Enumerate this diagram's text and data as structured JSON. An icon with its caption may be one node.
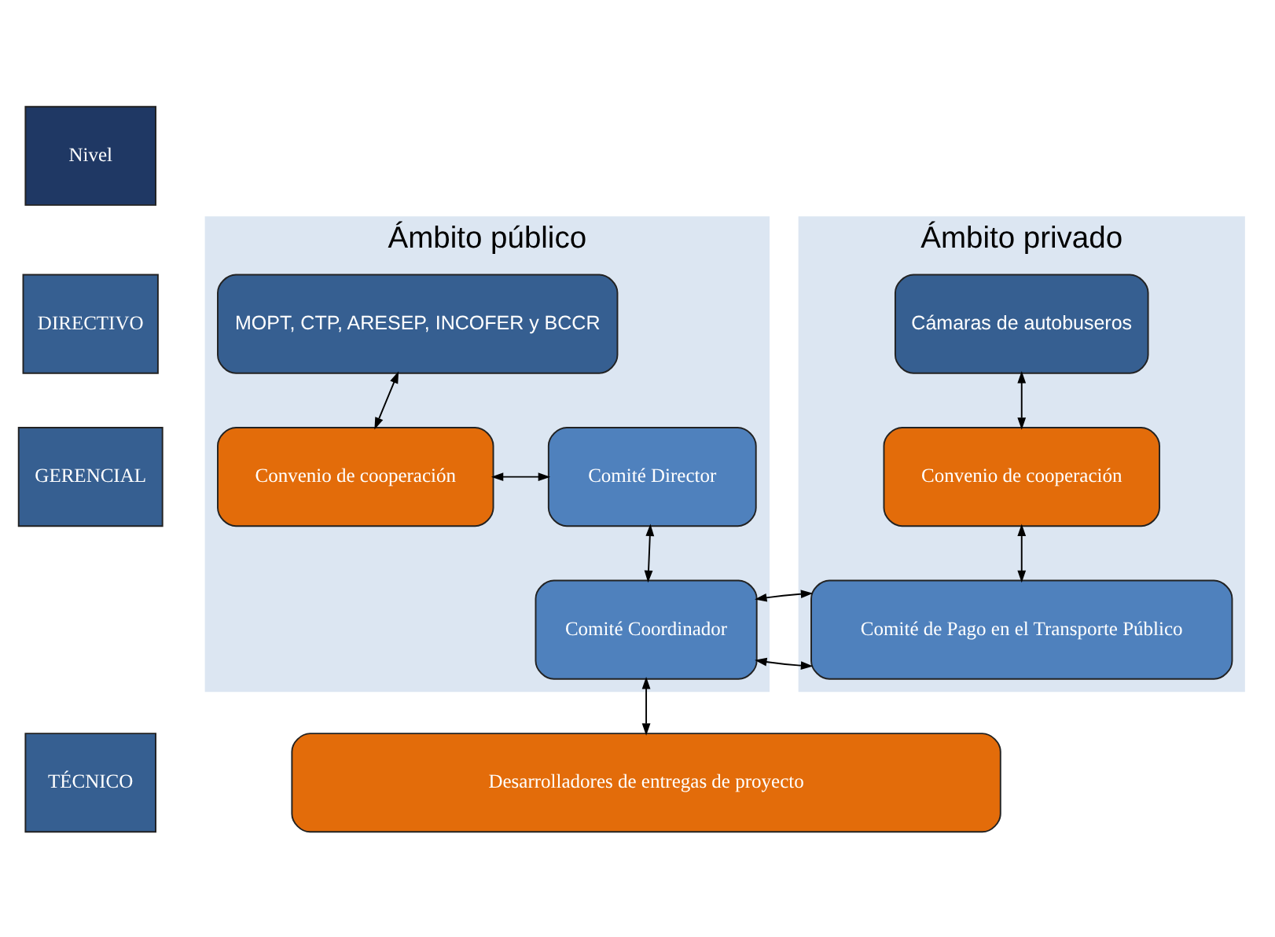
{
  "diagram": {
    "nodes": [
      {
        "text": [
          "Nivel"
        ]
      },
      {
        "text": [
          "DIRECTIVO"
        ]
      },
      {
        "text": [
          "GERENCIAL"
        ]
      },
      {
        "text": [
          "TÉCNICO"
        ]
      },
      {
        "text": [
          "Ámbito público"
        ]
      },
      {
        "text": [
          "MOPT, CTP, ARESEP, INCOFER y BCCR"
        ],
        "in": 4
      },
      {
        "text": [
          "Convenio de cooperación"
        ],
        "in": 4
      },
      {
        "text": [
          "Comité Director"
        ],
        "in": 4
      },
      {
        "text": [
          "Comité Coordinador"
        ],
        "in": 4
      },
      {
        "text": [
          "Ámbito privado"
        ]
      },
      {
        "text": [
          "Cámaras de autobuseros"
        ],
        "in": 9
      },
      {
        "text": [
          "Convenio de cooperación"
        ],
        "in": 9
      },
      {
        "text": [
          "Comité de Pago en el Transporte Público"
        ],
        "in": 9
      },
      {
        "text": [
          "Desarrolladores de entregas de proyecto"
        ]
      }
    ],
    "edges": [
      {
        "from": 5,
        "to": 6,
        "arrow": "both"
      },
      {
        "from": 6,
        "to": 7,
        "arrow": "both"
      },
      {
        "from": 7,
        "to": 8,
        "arrow": "both"
      },
      {
        "from": 8,
        "to": 12,
        "arrow": "both"
      },
      {
        "from": 8,
        "to": 13,
        "arrow": "both"
      },
      {
        "from": 10,
        "to": 11,
        "arrow": "both"
      },
      {
        "from": 11,
        "to": 12,
        "arrow": "both"
      }
    ]
  }
}
